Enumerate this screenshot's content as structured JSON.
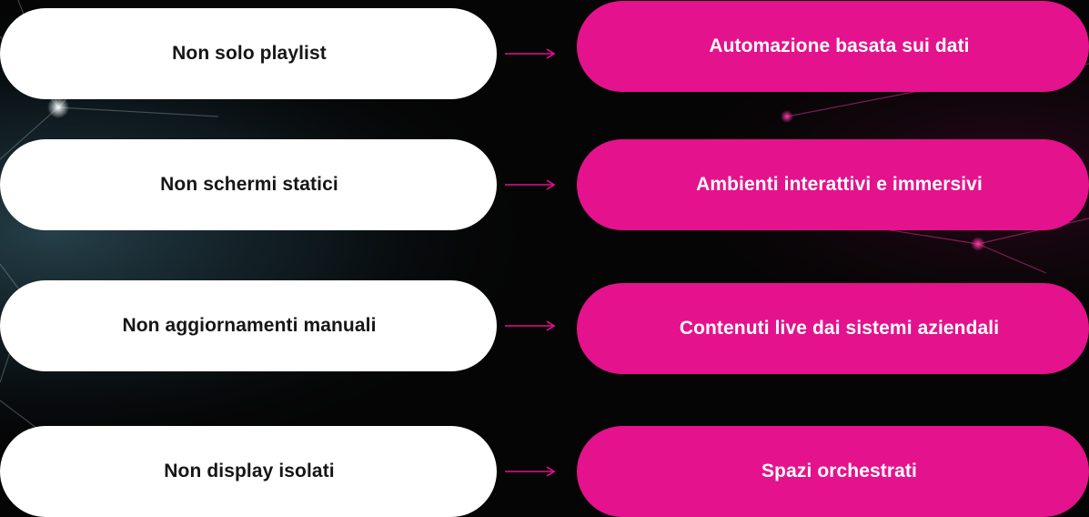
{
  "items": [
    {
      "from": "Non solo playlist",
      "to": "Automazione basata sui dati"
    },
    {
      "from": "Non schermi statici",
      "to": "Ambienti interattivi e immersivi"
    },
    {
      "from": "Non aggiornamenti manuali",
      "to": "Contenuti live dai sistemi aziendali"
    },
    {
      "from": "Non display isolati",
      "to": "Spazi orchestrati"
    }
  ],
  "colors": {
    "background": "#050505",
    "left_pill": "#ffffff",
    "right_pill": "#e4128c",
    "arrow": "#e4128c",
    "left_text": "#161616",
    "right_text": "#ffffff"
  }
}
